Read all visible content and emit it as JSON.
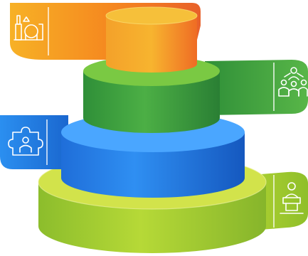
{
  "diagram": {
    "type": "stacked-cylinder-infographic",
    "levels": [
      {
        "position": "top",
        "color": "#f5861f",
        "accent": "#f5c12a",
        "icon": "industrial-plant-icon",
        "tab_side": "left"
      },
      {
        "position": "second",
        "color": "#3fa545",
        "accent": "#86cf4a",
        "icon": "team-network-icon",
        "tab_side": "right"
      },
      {
        "position": "third",
        "color": "#2b82e6",
        "accent": "#4fb4ff",
        "icon": "person-puzzle-icon",
        "tab_side": "left"
      },
      {
        "position": "bottom",
        "color": "#a7cf2f",
        "accent": "#d5e64c",
        "icon": "businessman-podium-icon",
        "tab_side": "right"
      }
    ]
  }
}
